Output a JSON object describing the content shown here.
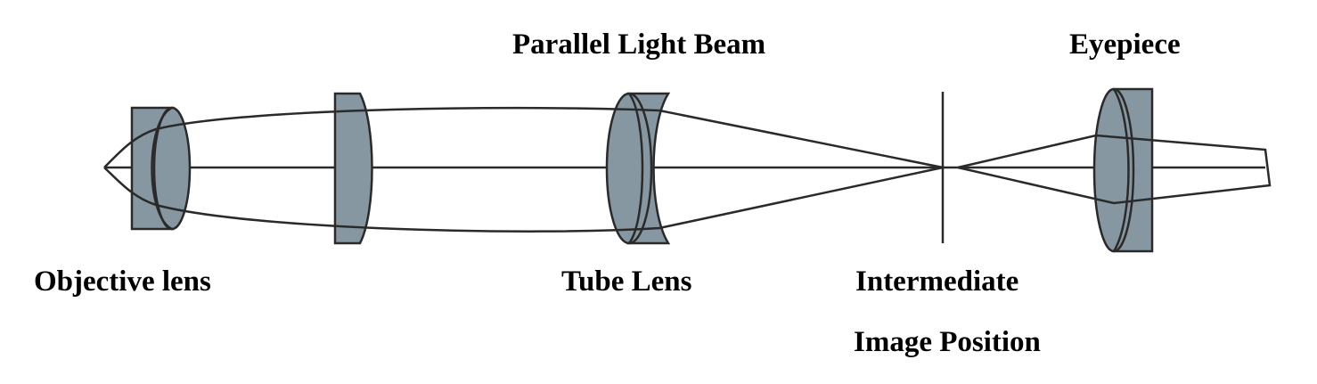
{
  "colors": {
    "lens_fill": "#8797a1",
    "stroke": "#2a2a2a",
    "background": "#ffffff"
  },
  "labels": {
    "parallel_light_beam": "Parallel Light Beam",
    "eyepiece": "Eyepiece",
    "objective_lens": "Objective lens",
    "tube_lens": "Tube Lens",
    "intermediate_line1": "Intermediate",
    "intermediate_line2": "Image Position"
  }
}
